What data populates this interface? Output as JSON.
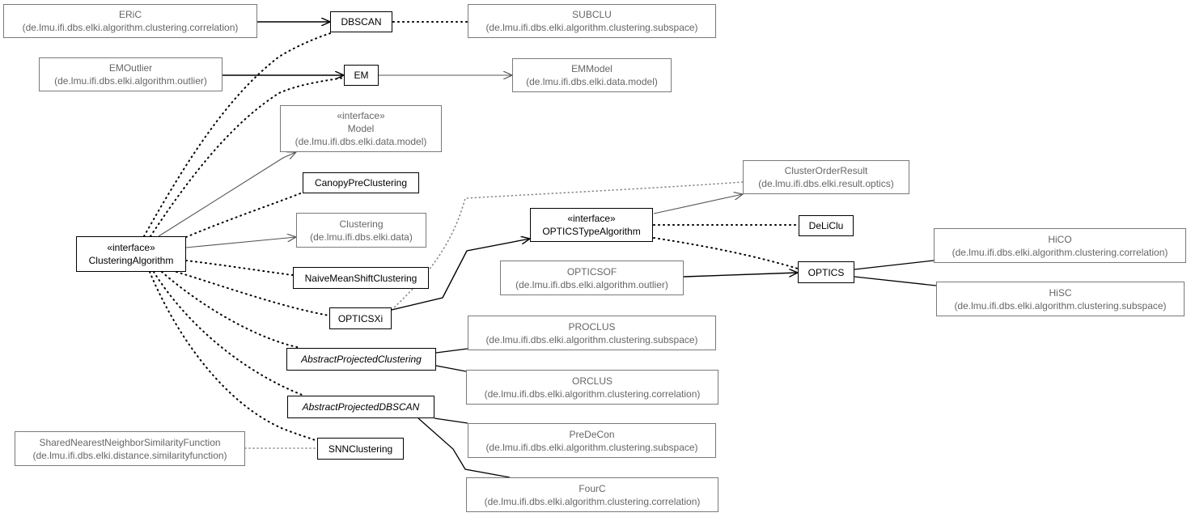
{
  "nodes": {
    "eric": {
      "lines": [
        "ERiC",
        "(de.lmu.ifi.dbs.elki.algorithm.clustering.correlation)"
      ]
    },
    "dbscan": {
      "lines": [
        "DBSCAN"
      ]
    },
    "subclu": {
      "lines": [
        "SUBCLU",
        "(de.lmu.ifi.dbs.elki.algorithm.clustering.subspace)"
      ]
    },
    "emoutlier": {
      "lines": [
        "EMOutlier",
        "(de.lmu.ifi.dbs.elki.algorithm.outlier)"
      ]
    },
    "em": {
      "lines": [
        "EM"
      ]
    },
    "emmodel": {
      "lines": [
        "EMModel",
        "(de.lmu.ifi.dbs.elki.data.model)"
      ]
    },
    "model": {
      "lines": [
        "«interface»",
        "Model",
        "(de.lmu.ifi.dbs.elki.data.model)"
      ]
    },
    "canopy": {
      "lines": [
        "CanopyPreClustering"
      ]
    },
    "clusterorder": {
      "lines": [
        "ClusterOrderResult",
        "(de.lmu.ifi.dbs.elki.result.optics)"
      ]
    },
    "clustering": {
      "lines": [
        "Clustering",
        "(de.lmu.ifi.dbs.elki.data)"
      ]
    },
    "opticstype": {
      "lines": [
        "«interface»",
        "OPTICSTypeAlgorithm"
      ]
    },
    "deliclu": {
      "lines": [
        "DeLiClu"
      ]
    },
    "clusteringalg": {
      "lines": [
        "«interface»",
        "ClusteringAlgorithm"
      ]
    },
    "hico": {
      "lines": [
        "HiCO",
        "(de.lmu.ifi.dbs.elki.algorithm.clustering.correlation)"
      ]
    },
    "opticsof": {
      "lines": [
        "OPTICSOF",
        "(de.lmu.ifi.dbs.elki.algorithm.outlier)"
      ]
    },
    "optics": {
      "lines": [
        "OPTICS"
      ]
    },
    "naivemeanshift": {
      "lines": [
        "NaiveMeanShiftClustering"
      ]
    },
    "hisc": {
      "lines": [
        "HiSC",
        "(de.lmu.ifi.dbs.elki.algorithm.clustering.subspace)"
      ]
    },
    "opticsxi": {
      "lines": [
        "OPTICSXi"
      ]
    },
    "proclus": {
      "lines": [
        "PROCLUS",
        "(de.lmu.ifi.dbs.elki.algorithm.clustering.subspace)"
      ]
    },
    "abstractprojclustering": {
      "lines": [
        "AbstractProjectedClustering"
      ]
    },
    "orclus": {
      "lines": [
        "ORCLUS",
        "(de.lmu.ifi.dbs.elki.algorithm.clustering.correlation)"
      ]
    },
    "abstractprojdbscan": {
      "lines": [
        "AbstractProjectedDBSCAN"
      ]
    },
    "predecon": {
      "lines": [
        "PreDeCon",
        "(de.lmu.ifi.dbs.elki.algorithm.clustering.subspace)"
      ]
    },
    "snnsim": {
      "lines": [
        "SharedNearestNeighborSimilarityFunction",
        "(de.lmu.ifi.dbs.elki.distance.similarityfunction)"
      ]
    },
    "snnclustering": {
      "lines": [
        "SNNClustering"
      ]
    },
    "fourc": {
      "lines": [
        "FourC",
        "(de.lmu.ifi.dbs.elki.algorithm.clustering.correlation)"
      ]
    }
  },
  "colors": {
    "primary_border": "#000000",
    "secondary_border": "#7a7a7a",
    "secondary_text": "#666666",
    "dotted_gray": "#888888"
  }
}
